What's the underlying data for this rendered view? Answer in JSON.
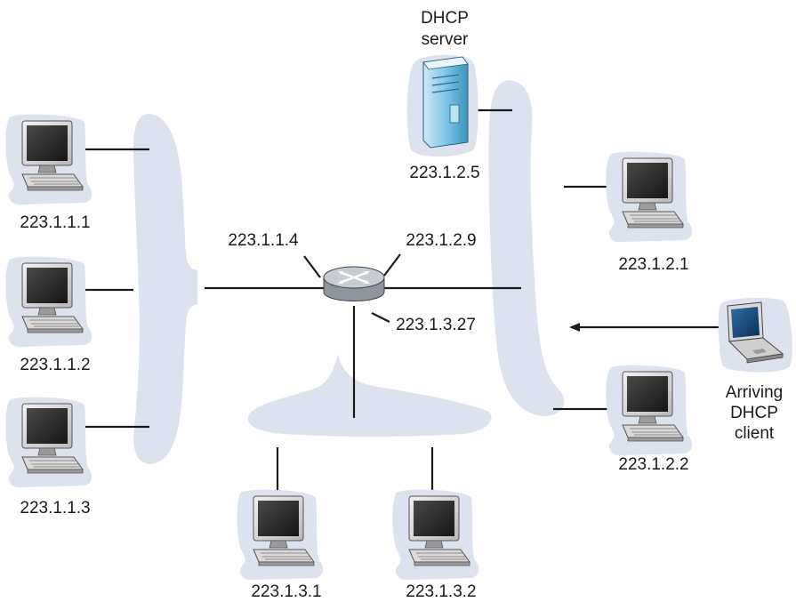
{
  "colors": {
    "lan_fill": "#dde3ee",
    "wire": "#1a1a1a",
    "server_body": "#7ec6e6",
    "screen_dark": "#2a2a2a",
    "router_top": "#c7ccd3"
  },
  "server": {
    "title_line1": "DHCP",
    "title_line2": "server",
    "address": "223.1.2.5",
    "icon": "server-tower-icon"
  },
  "router": {
    "icon": "router-icon",
    "if_left": "223.1.1.4",
    "if_right": "223.1.2.9",
    "if_bottom": "223.1.3.27"
  },
  "hosts": {
    "h111": "223.1.1.1",
    "h112": "223.1.1.2",
    "h113": "223.1.1.3",
    "h121": "223.1.2.1",
    "h122": "223.1.2.2",
    "h131": "223.1.3.1",
    "h132": "223.1.3.2"
  },
  "client": {
    "line1": "Arriving",
    "line2": "DHCP",
    "line3": "client",
    "icon": "laptop-icon"
  }
}
